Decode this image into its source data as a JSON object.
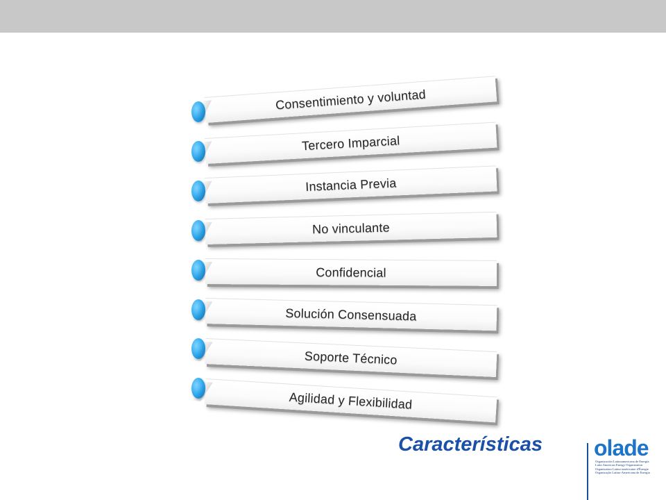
{
  "slide": {
    "title": "Características",
    "items": [
      {
        "label": "Consentimiento y voluntad"
      },
      {
        "label": "Tercero Imparcial"
      },
      {
        "label": "Instancia Previa"
      },
      {
        "label": "No vinculante"
      },
      {
        "label": "Confidencial"
      },
      {
        "label": "Solución Consensuada"
      },
      {
        "label": "Soporte Técnico"
      },
      {
        "label": "Agilidad y Flexibilidad"
      }
    ]
  },
  "logo": {
    "wordmark": "olade",
    "lines": [
      "Organización Latinoamericana de Energía",
      "Latin American Energy Organization",
      "Organisation Latino-américaine d'Énergie",
      "Organização Latino-Americana de Energia"
    ]
  },
  "colors": {
    "top_bar": "#c8c8c8",
    "title": "#1a50a8",
    "bullet_blue": "#2aa6ee",
    "logo_blue": "#1d74c8"
  },
  "icons": {
    "bullet": "blue-oval-bullet"
  }
}
